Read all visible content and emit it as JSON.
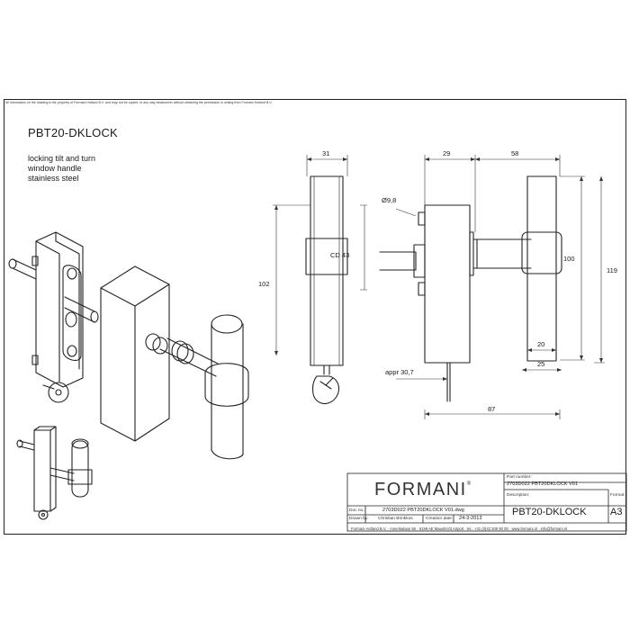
{
  "notice": "All information on the drawing is the property of Formani Holland B.V. and may not be copied. In any way whatsoever without obtaining the permission in writing from Formani Holland B.V.",
  "product_title": "PBT20-DKLOCK",
  "description_lines": [
    "locking tilt and turn",
    "window handle",
    "stainless steel"
  ],
  "dimensions": {
    "d31": "31",
    "d29": "29",
    "d58": "58",
    "d102": "102",
    "d100": "100",
    "d119": "119",
    "dia": "Ø9,8",
    "cd": "CD 43",
    "appr": "appr 30,7",
    "d87": "87",
    "d20": "20",
    "d25": "25"
  },
  "title_block": {
    "logo": "FORMANI",
    "registered": "®",
    "part_number_label": "Part number:",
    "part_number": "2703D022 PBT20DKLOCK V01",
    "doc_label": "Doc no.:",
    "doc_value": "2703D022 PBT20DKLOCK V01.dwg",
    "description_label": "Description:",
    "description": "PBT20-DKLOCK",
    "format_label": "Format:",
    "format": "A3",
    "drawn_label": "Drawn by:",
    "drawn_by": "Christian Brinkkos",
    "creation_label": "Creation date:",
    "creation_date": "24-3-2013",
    "footer": "Formani Holland B.V. · Amerikalaan 56 · 6199 AE Maastricht Airport · tel.: +31 (0)43 306 90 00 · www.formani.nl · info@formani.nl"
  }
}
